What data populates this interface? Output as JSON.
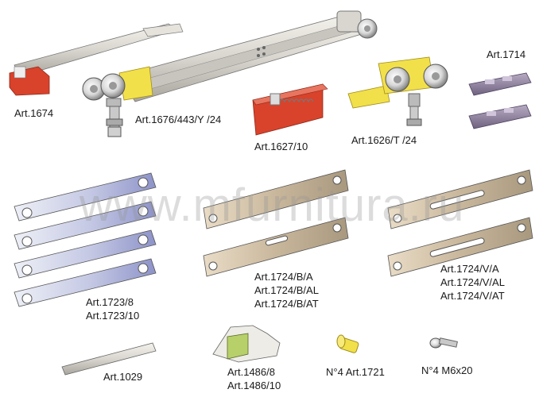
{
  "watermark": "www.mfurnitura.ru",
  "labels": {
    "a1674": "Art.1674",
    "a1676": "Art.1676/443/Y /24",
    "a1714": "Art.1714",
    "a1627": "Art.1627/10",
    "a1626": "Art.1626/T /24",
    "a1723_8": "Art.1723/8",
    "a1723_10": "Art.1723/10",
    "a1724b_a": "Art.1724/B/A",
    "a1724b_al": "Art.1724/B/AL",
    "a1724b_at": "Art.1724/B/AT",
    "a1724v_a": "Art.1724/V/A",
    "a1724v_al": "Art.1724/V/AL",
    "a1724v_at": "Art.1724/V/AT",
    "a1029": "Art.1029",
    "a1486_8": "Art.1486/8",
    "a1486_10": "Art.1486/10",
    "a1721": "N°4 Art.1721",
    "m6x20": "N°4 M6x20"
  },
  "colors": {
    "steel": "#d9d6cf",
    "steel_dark": "#9a978f",
    "red_part": "#d9422b",
    "yellow_part": "#f2e04a",
    "violet_part": "#8a7a9a",
    "bronze": "#c9b79c",
    "blue_plate": "#8d93c9"
  }
}
